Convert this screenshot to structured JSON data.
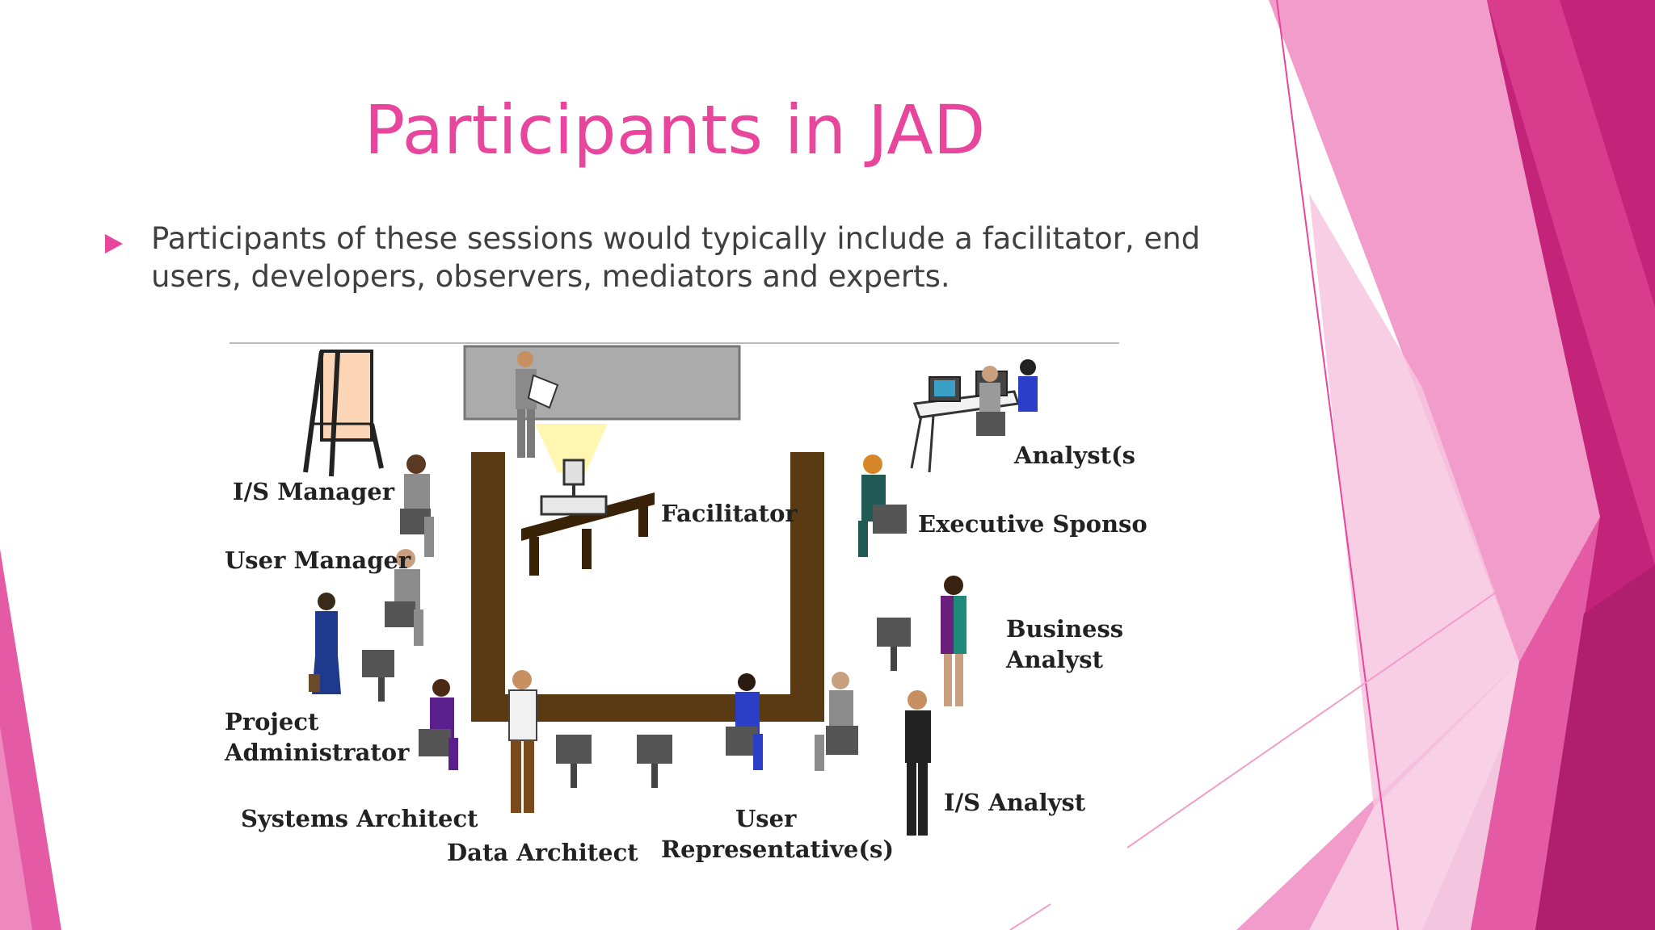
{
  "slide": {
    "title": "Participants in JAD",
    "bullets": [
      "Participants of these sessions would typically include a facilitator, end users, developers, observers, mediators and experts."
    ]
  },
  "figure": {
    "labels": {
      "is_manager": "I/S Manager",
      "user_manager": "User Manager",
      "project_administrator_line1": "Project",
      "project_administrator_line2": "Administrator",
      "systems_architect": "Systems Architect",
      "data_architect": "Data Architect",
      "user_representative_line1": "User",
      "user_representative_line2": "Representative(s)",
      "is_analyst": "I/S Analyst",
      "business_analyst_line1": "Business",
      "business_analyst_line2": "Analyst",
      "executive_sponsor": "Executive Sponso",
      "analysts": "Analyst(s",
      "facilitator": "Facilitator"
    }
  },
  "colors": {
    "accent": "#e8459c",
    "table": "#5a3a12"
  }
}
